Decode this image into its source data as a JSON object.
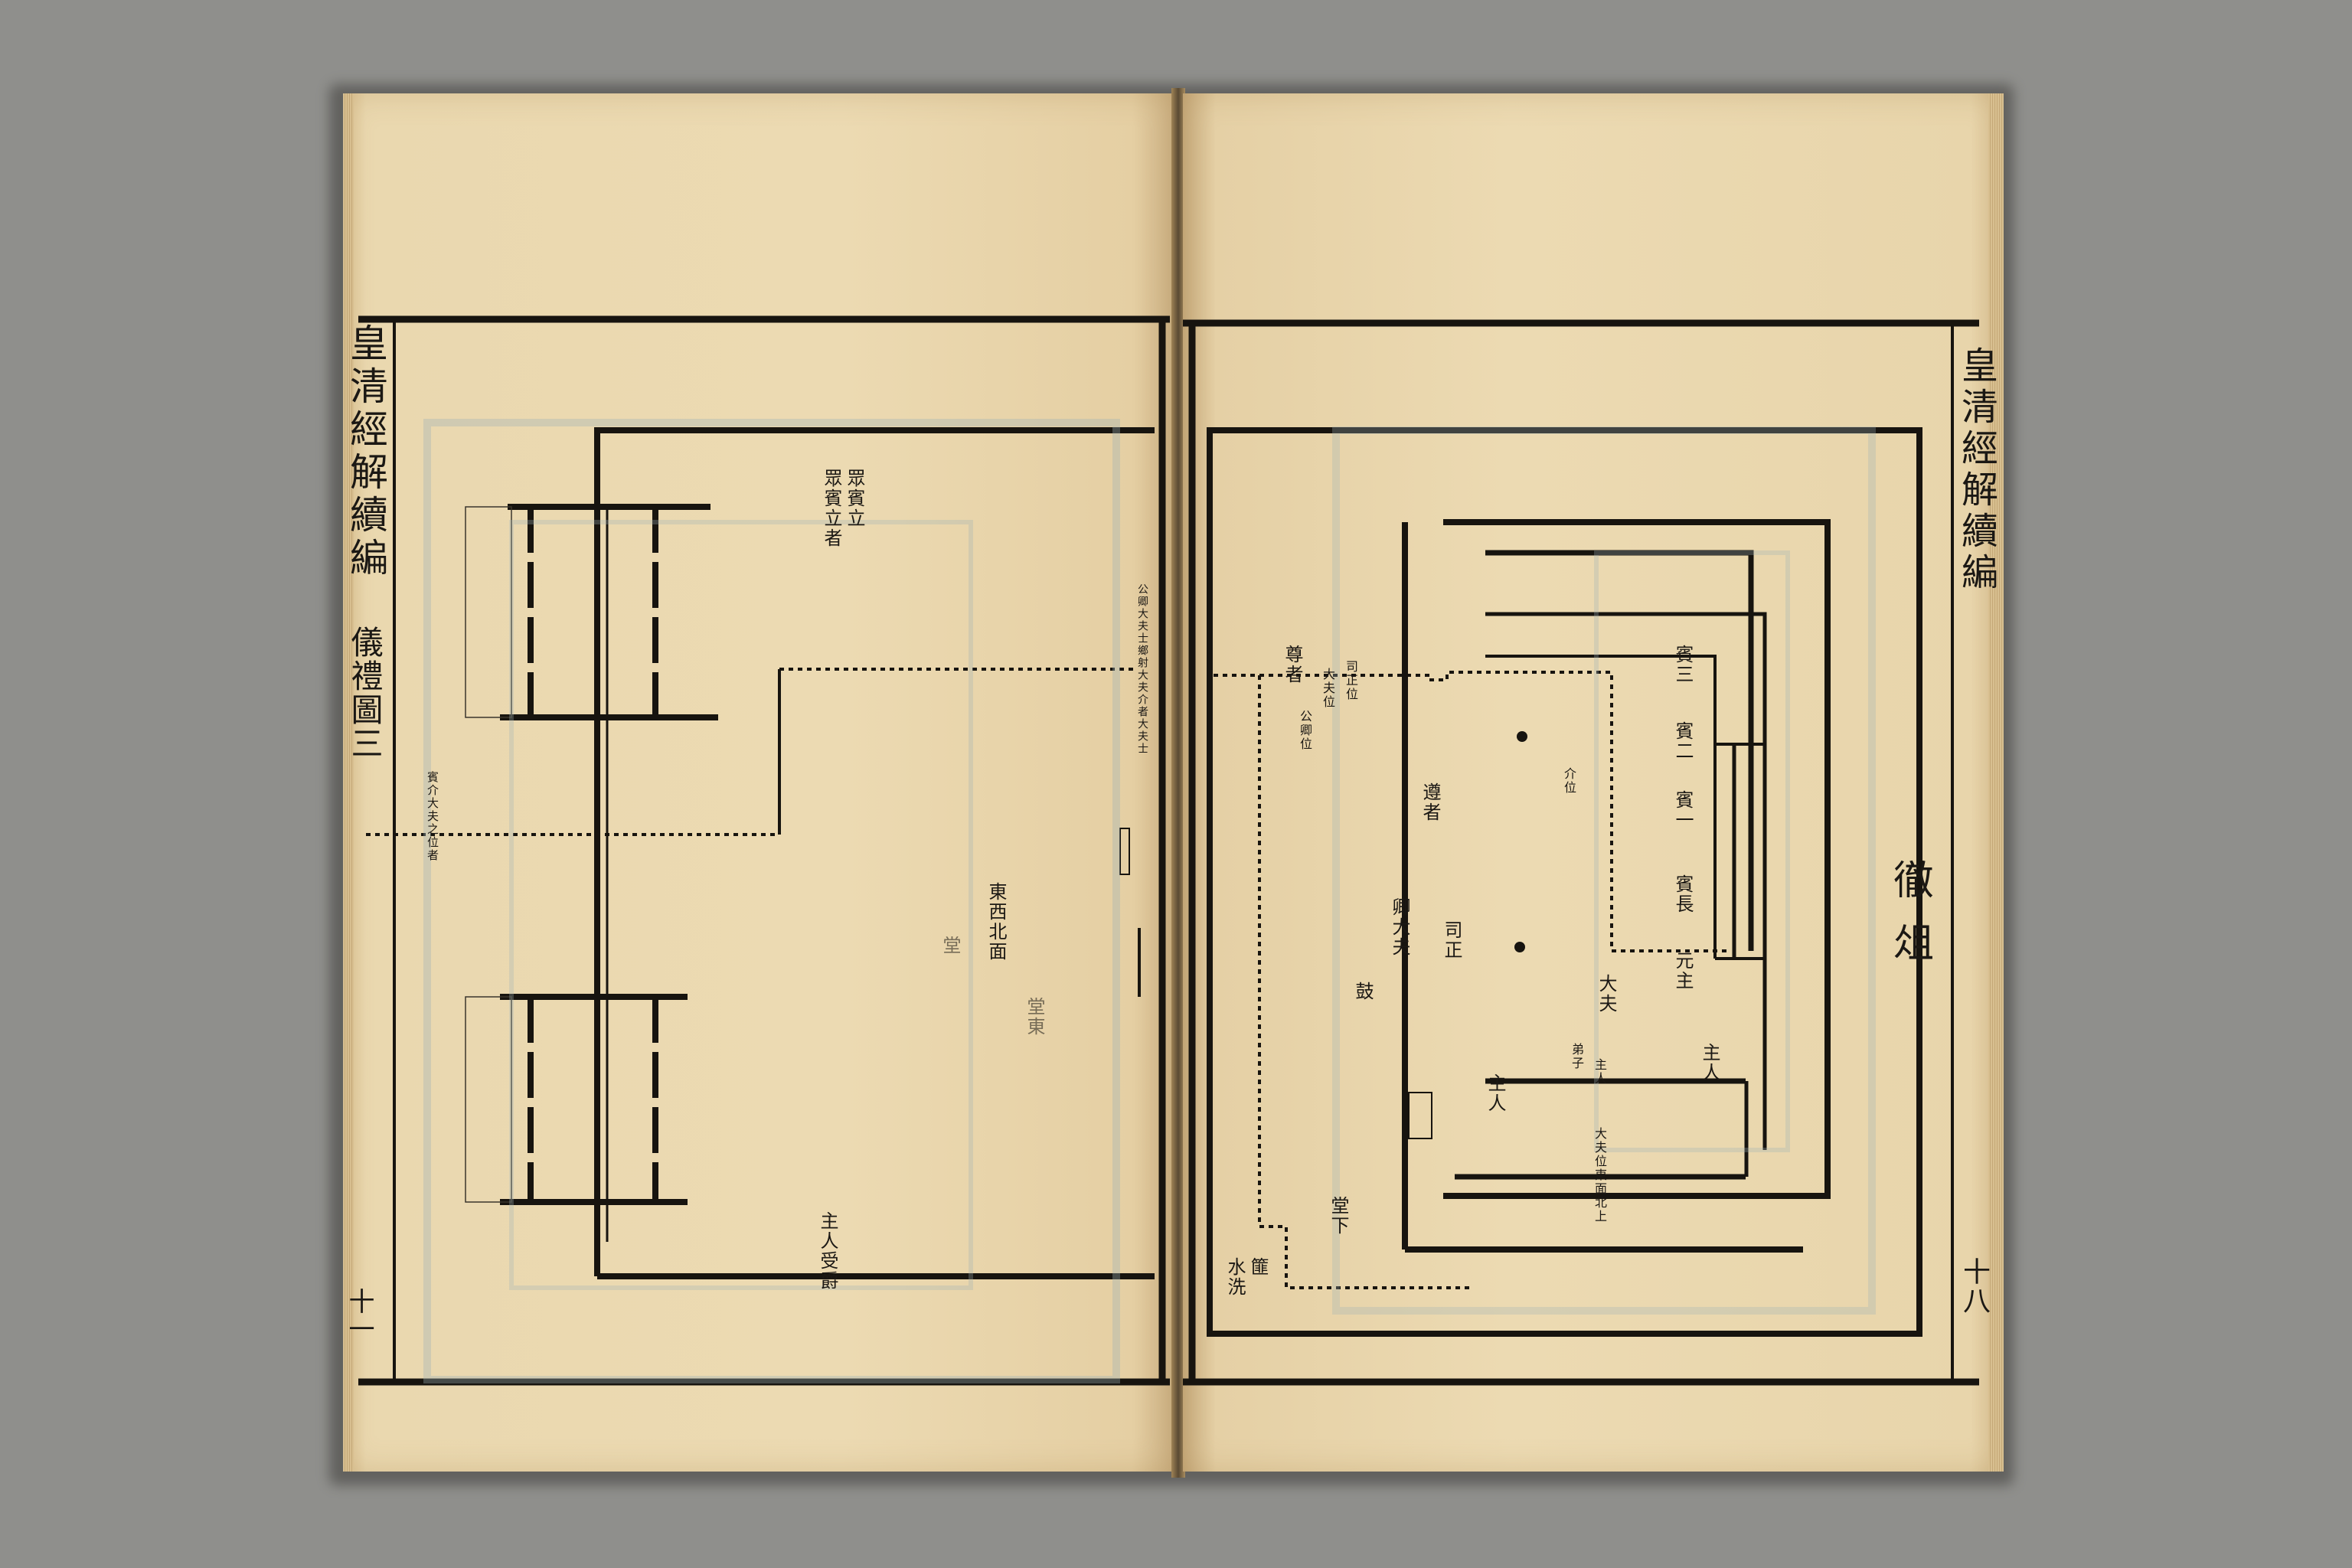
{
  "left_page": {
    "margin_title": "皇清經解續編",
    "section": "儀禮圖三",
    "folio": "十一",
    "labels": {
      "top_center": "眾賓立者",
      "top_center_b": "眾賓立",
      "notes_column": "公卿大夫士鄉射大夫介者大夫士",
      "center_right": "東西北面",
      "west_note": "賓介大夫之位者",
      "bottom_host": "主人受爵",
      "east_mark": "堂東",
      "hall_mark": "堂"
    }
  },
  "right_page": {
    "margin_title": "皇清經解續編",
    "figure_title": "徹俎",
    "folio": "十八",
    "labels": {
      "col_a": "賓三",
      "col_b": "賓二",
      "col_c": "賓一",
      "col_d": "賓長",
      "col_e": "元主",
      "col_f": "主人",
      "mid_a": "介位",
      "mid_b": "大夫",
      "mid_c": "遵者",
      "mid_d": "主人",
      "mid_e": "鼓",
      "mid_f": "司正",
      "mid_g": "弟子",
      "mid_h": "主人",
      "left_a": "尊者",
      "left_b": "司正位",
      "left_c": "大夫位",
      "left_d": "公卿位",
      "left_e": "卿大夫",
      "bottom_a": "水洗",
      "bottom_b": "篚",
      "bottom_c": "堂下",
      "bottom_d": "大夫位東面北上"
    }
  }
}
